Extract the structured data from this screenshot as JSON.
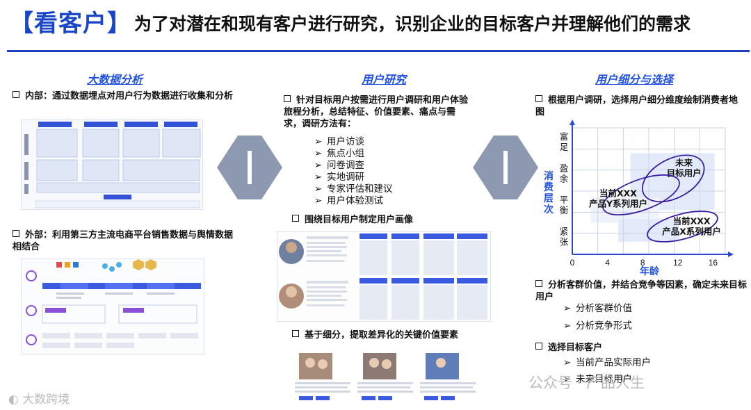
{
  "header": {
    "bracket_title": "【看客户】",
    "main_title": "为了对潜在和现有客户进行研究，识别企业的目标客户并理解他们的需求"
  },
  "left": {
    "section_title": "大数据分析",
    "bullet1": "内部：通过数据埋点对用户行为数据进行收集和分析",
    "bullet2": "外部：利用第三方主流电商平台销售数据与舆情数据相结合"
  },
  "middle": {
    "section_title": "用户研究",
    "bullet1": "针对目标用户按需进行用户调研和用户体验旅程分析，总结特征、价值要素、痛点与需求，调研方法有：",
    "methods": [
      "用户访谈",
      "焦点小组",
      "问卷调查",
      "实地调研",
      "专家评估和建议",
      "用户体验测试"
    ],
    "bullet2": "围绕目标用户制定用户画像",
    "bullet3": "基于细分，提取差异化的关键价值要素"
  },
  "right": {
    "section_title": "用户细分与选择",
    "bullet1": "根据用户调研，选择用户细分维度绘制消费者地图",
    "bullet2": "分析客群价值，并结合竞争等因素，确定未来目标用户",
    "sub2": [
      "分析客群价值",
      "分析竞争形式"
    ],
    "bullet3": "选择目标客户",
    "sub3": [
      "当前产品实际用户",
      "未来目标用户"
    ]
  },
  "chart_data": {
    "type": "scatter",
    "xlabel": "年龄",
    "ylabel": "消费层次",
    "x_ticks": [
      "0",
      "4",
      "8",
      "12",
      "16"
    ],
    "y_ticks": [
      "紧张",
      "平衡",
      "盈余",
      "富足"
    ],
    "xlim": [
      0,
      16
    ],
    "grid": true,
    "ellipses": [
      {
        "label": "未来目标用户"
      },
      {
        "label": "当前XXX产品Y系列用户"
      },
      {
        "label": "当前XXX产品X系列用户"
      }
    ]
  },
  "watermarks": {
    "bottom_left": "大数跨境",
    "bottom_right": "公众号 · 产品人生"
  },
  "colors": {
    "accent": "#1f3fbf",
    "title_blue": "#2050e0",
    "ellipse": "#3b1fa0",
    "arrow": "#8d99b0"
  }
}
